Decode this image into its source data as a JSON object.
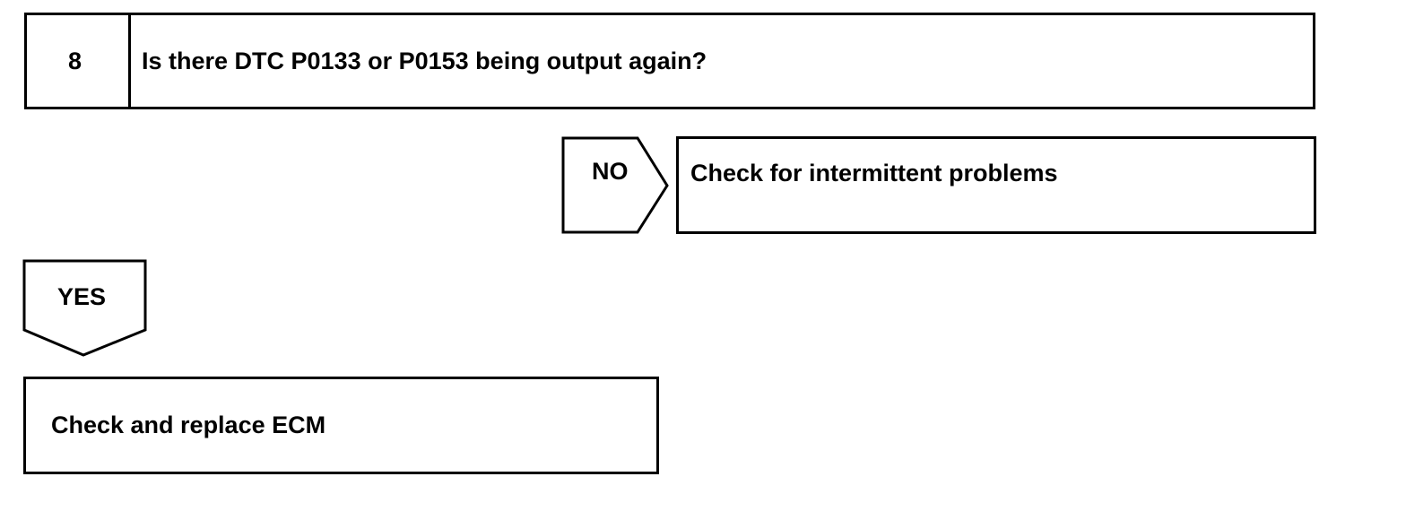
{
  "step": {
    "number": "8",
    "question": "Is there DTC P0133 or P0153 being output again?"
  },
  "no_branch": {
    "label": "NO",
    "result": "Check for intermittent problems"
  },
  "yes_branch": {
    "label": "YES",
    "result": "Check and replace ECM"
  }
}
